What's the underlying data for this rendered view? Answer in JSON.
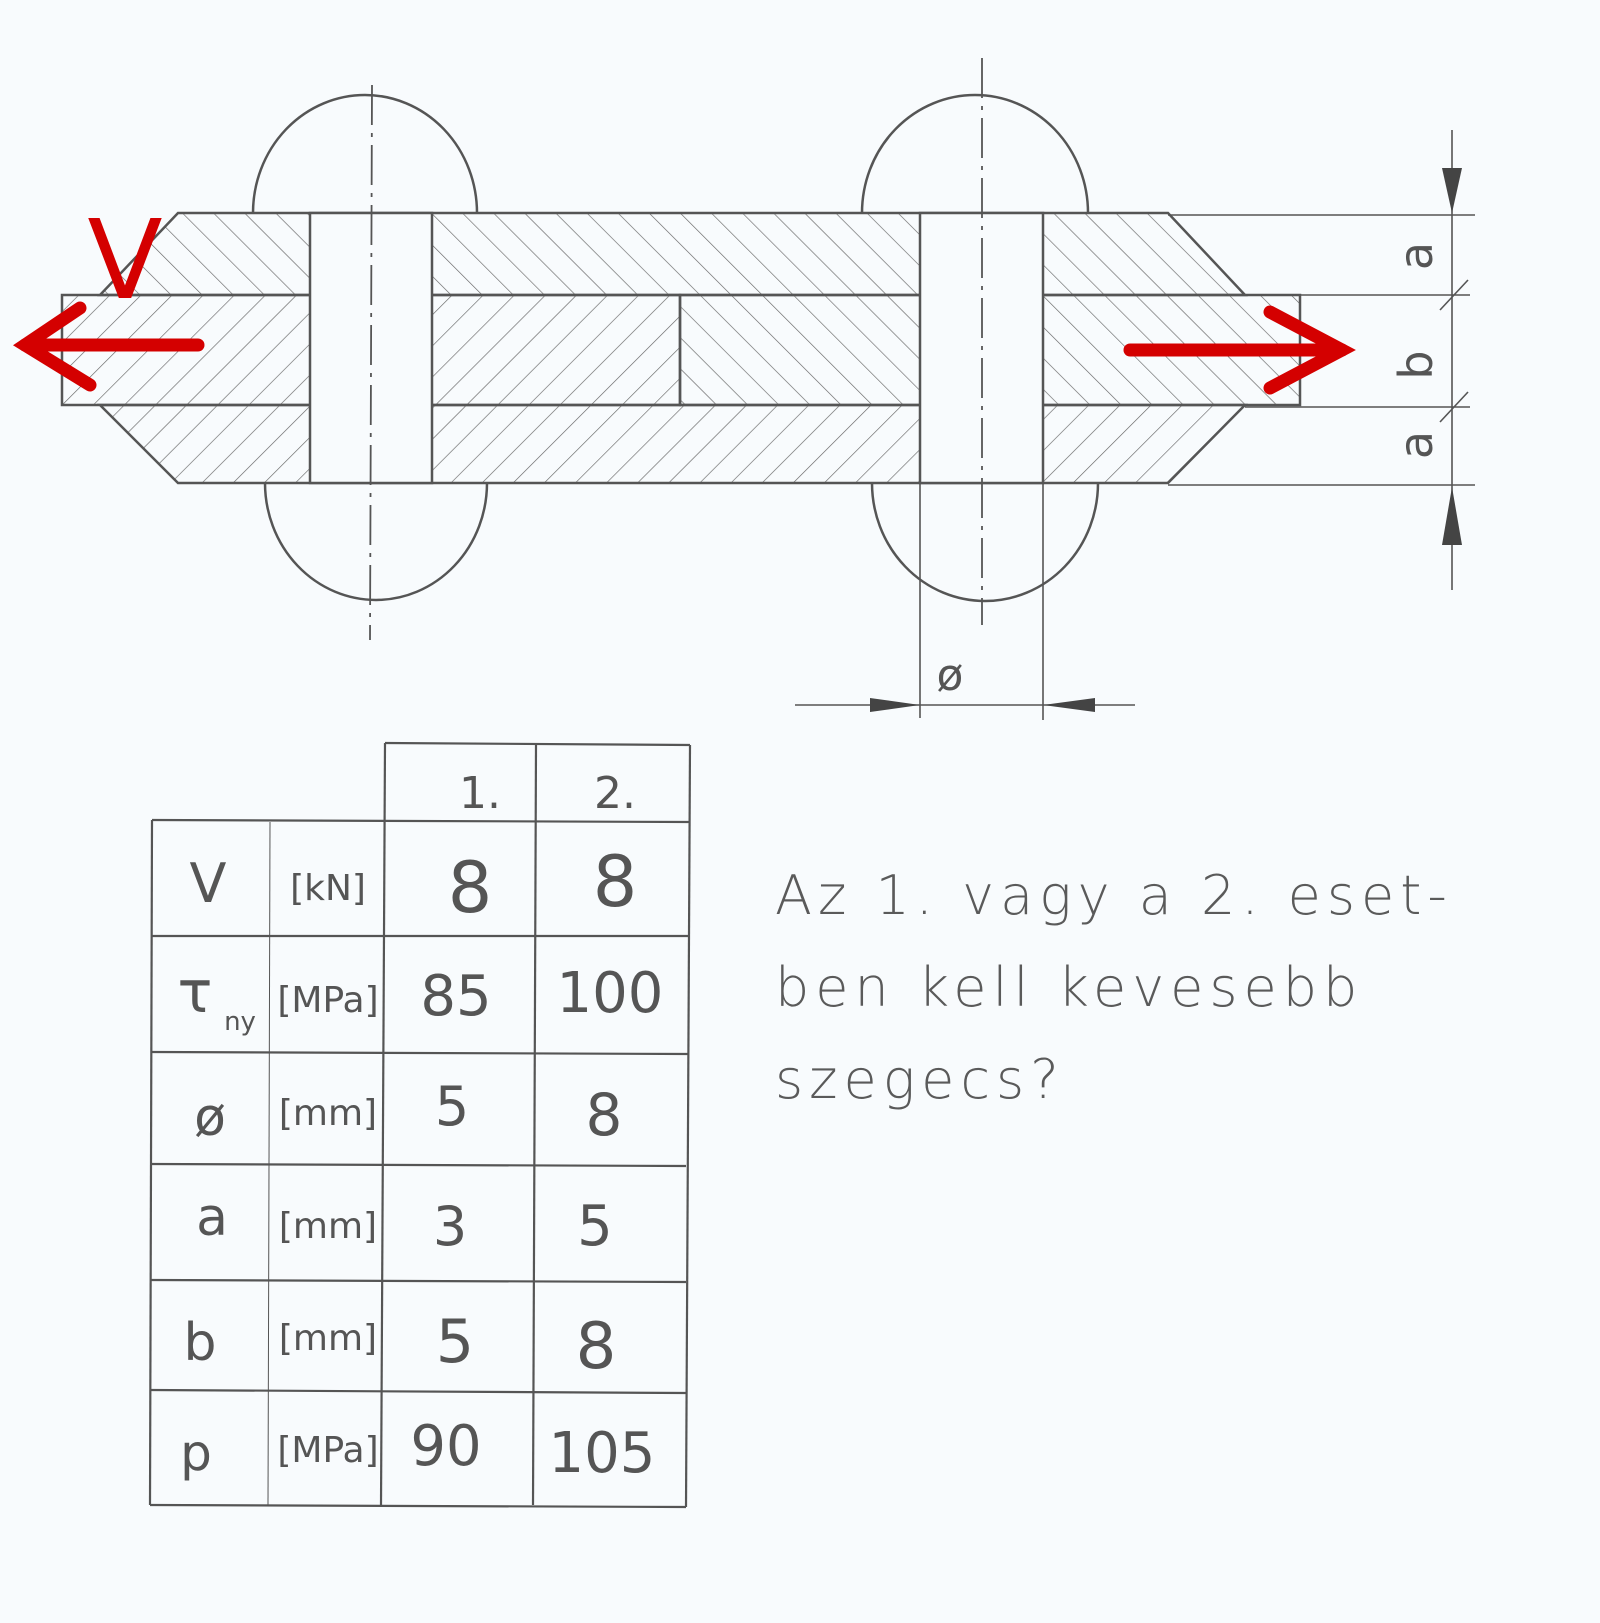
{
  "drawing": {
    "force_label": "V",
    "dim_a_top": "a",
    "dim_b": "b",
    "dim_a_bottom": "a",
    "dim_diameter": "ø",
    "colors": {
      "pencil": "#555555",
      "arrow": "#d40000",
      "paper": "#f8fbfd"
    }
  },
  "table": {
    "columns": [
      "1.",
      "2."
    ],
    "rows": [
      {
        "symbol": "V",
        "sub": "",
        "unit": "[kN]",
        "values": [
          "8",
          "8"
        ]
      },
      {
        "symbol": "τ",
        "sub": "ny",
        "unit": "[MPa]",
        "values": [
          "85",
          "100"
        ]
      },
      {
        "symbol": "ø",
        "sub": "",
        "unit": "[mm]",
        "values": [
          "5",
          "8"
        ]
      },
      {
        "symbol": "a",
        "sub": "",
        "unit": "[mm]",
        "values": [
          "3",
          "5"
        ]
      },
      {
        "symbol": "b",
        "sub": "",
        "unit": "[mm]",
        "values": [
          "5",
          "8"
        ]
      },
      {
        "symbol": "p",
        "sub": "",
        "unit": "[MPa]",
        "values": [
          "90",
          "105"
        ]
      }
    ]
  },
  "question": "Az 1. vagy a 2. eset-ben kell kevesebb szegecs?"
}
